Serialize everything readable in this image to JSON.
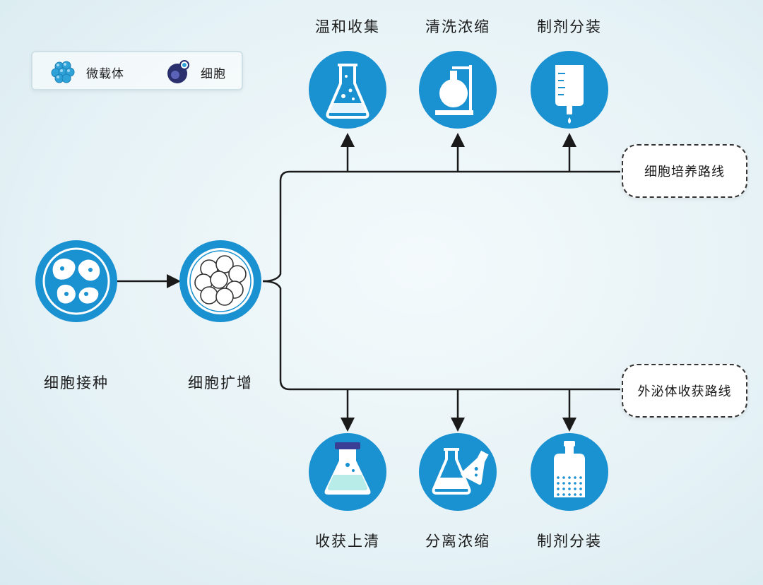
{
  "legend": {
    "items": [
      {
        "label": "微载体",
        "icon": "microcarrier-icon"
      },
      {
        "label": "细胞",
        "icon": "cell-icon"
      }
    ]
  },
  "stages": {
    "seeding": {
      "label": "细胞接种",
      "icon": "culture-dish-icon"
    },
    "expansion": {
      "label": "细胞扩增",
      "icon": "cell-cluster-icon"
    }
  },
  "routes": {
    "cell_culture": {
      "label": "细胞培养路线",
      "steps": [
        {
          "label": "温和收集",
          "icon": "flask-icon"
        },
        {
          "label": "清洗浓缩",
          "icon": "round-flask-stand-icon"
        },
        {
          "label": "制剂分装",
          "icon": "iv-bag-icon"
        }
      ]
    },
    "exosome": {
      "label": "外泌体收获路线",
      "steps": [
        {
          "label": "收获上清",
          "icon": "capped-flask-icon"
        },
        {
          "label": "分离浓缩",
          "icon": "two-flasks-icon"
        },
        {
          "label": "制剂分装",
          "icon": "reagent-bottle-icon"
        }
      ]
    }
  },
  "colors": {
    "accent": "#1a91d0",
    "line": "#1a1a1a",
    "legend_cell": "#2a2f6e",
    "capped_flask_liquid": "#b7ece8",
    "capped_flask_cap": "#3a3f95"
  }
}
